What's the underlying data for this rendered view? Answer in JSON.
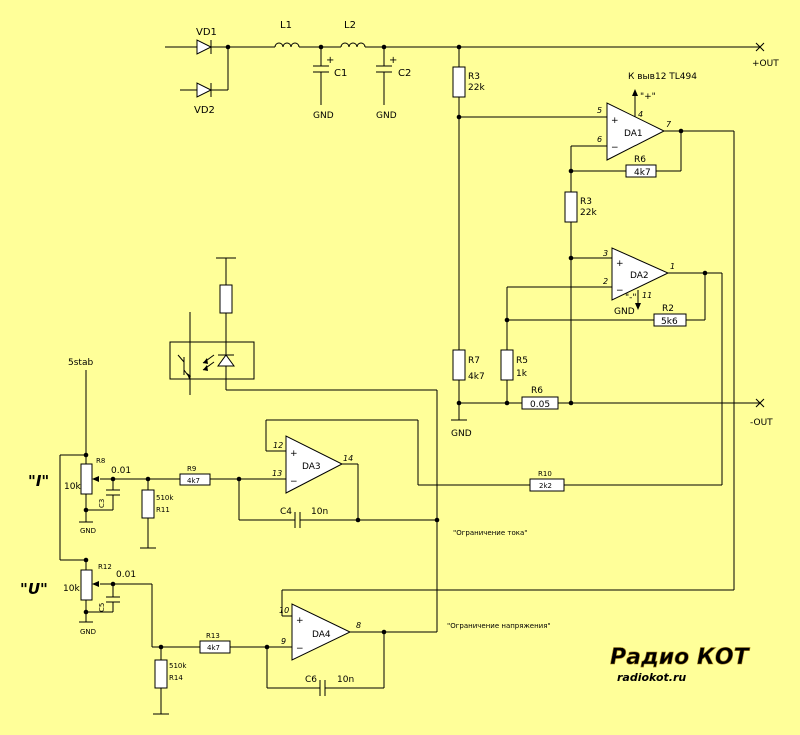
{
  "diagram": {
    "components": {
      "vd1": "VD1",
      "vd2": "VD2",
      "l1": "L1",
      "l2": "L2",
      "c1": "C1",
      "c2": "C2",
      "r3_top": "R3",
      "r3_top_val": "22k",
      "da1": "DA1",
      "da1_pin4": "4",
      "da1_pin5": "5",
      "da1_pin6": "6",
      "da1_pin7": "7",
      "r6_top": "R6",
      "r6_top_val": "4k7",
      "r3_mid": "R3",
      "r3_mid_val": "22k",
      "da2": "DA2",
      "da2_pin1": "1",
      "da2_pin2": "2",
      "da2_pin3": "3",
      "da2_pin11": "11",
      "r2": "R2",
      "r2_val": "5k6",
      "r7": "R7",
      "r7_val": "4k7",
      "r5": "R5",
      "r5_val": "1k",
      "r6_bot": "R6",
      "r6_bot_val": "0.05",
      "r8": "R8",
      "r8_val": "10k",
      "c3": "C3",
      "c3_val": "0.01",
      "r9": "R9",
      "r9_val": "4k7",
      "r11": "R11",
      "r11_val": "510k",
      "da3": "DA3",
      "da3_pin12": "12",
      "da3_pin13": "13",
      "da3_pin14": "14",
      "c4": "C4",
      "c4_val": "10n",
      "r10": "R10",
      "r10_val": "2k2",
      "r12": "R12",
      "r12_val": "10k",
      "c5": "C5",
      "c5_val": "0.01",
      "r13": "R13",
      "r13_val": "4k7",
      "r14": "R14",
      "r14_val": "510k",
      "da4": "DA4",
      "da4_pin8": "8",
      "da4_pin9": "9",
      "da4_pin10": "10",
      "c6": "C6",
      "c6_val": "10n"
    },
    "labels": {
      "out_plus": "+OUT",
      "out_minus": "-OUT",
      "gnd": "GND",
      "tl494_note": "К выв12 TL494",
      "plus_mark": "\"+\"",
      "minus_mark": "\"-\"",
      "plus_sign": "+",
      "minus_sign": "−",
      "stab5": "5stab",
      "label_i": "\"I\"",
      "label_u": "\"U\"",
      "current_limit": "\"Ограничение тока\"",
      "voltage_limit": "\"Ограничение напряжения\""
    },
    "logo": {
      "line1": "Радио КОТ",
      "line2": "radiokot.ru"
    },
    "colors": {
      "background": "#ffff99",
      "wire": "#000000",
      "logo_gold": "#e8c860",
      "logo_red": "#aa2a10"
    }
  }
}
